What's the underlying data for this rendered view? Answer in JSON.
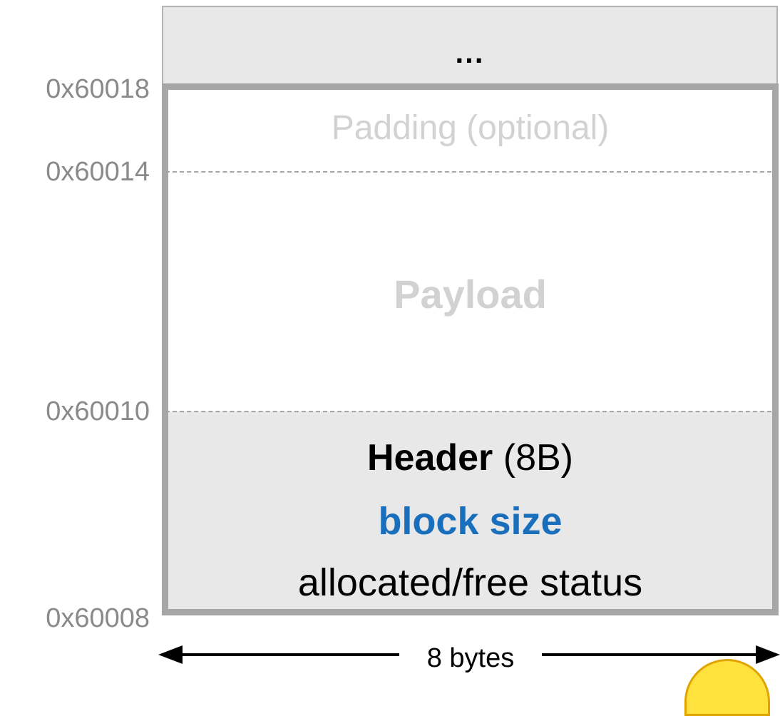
{
  "previous_block": {
    "label": "..."
  },
  "regions": {
    "padding": "Padding (optional)",
    "payload": "Payload",
    "header": {
      "name": "Header",
      "size": "(8B)"
    },
    "fields": {
      "block_size": "block size",
      "status": "allocated/free status"
    }
  },
  "addresses": {
    "top": "0x60018",
    "padding_start": "0x60014",
    "payload_start": "0x60010",
    "bottom": "0x60008"
  },
  "width_label": "8 bytes",
  "colors": {
    "border": "#a6a6a6",
    "header_fill": "#e8e8e8",
    "block_size_text": "#1a6fbd",
    "faded_text": "#d2d2d2",
    "address_text": "#8a8a8a"
  },
  "icons": {
    "corner": "smiley-emoji-icon"
  }
}
